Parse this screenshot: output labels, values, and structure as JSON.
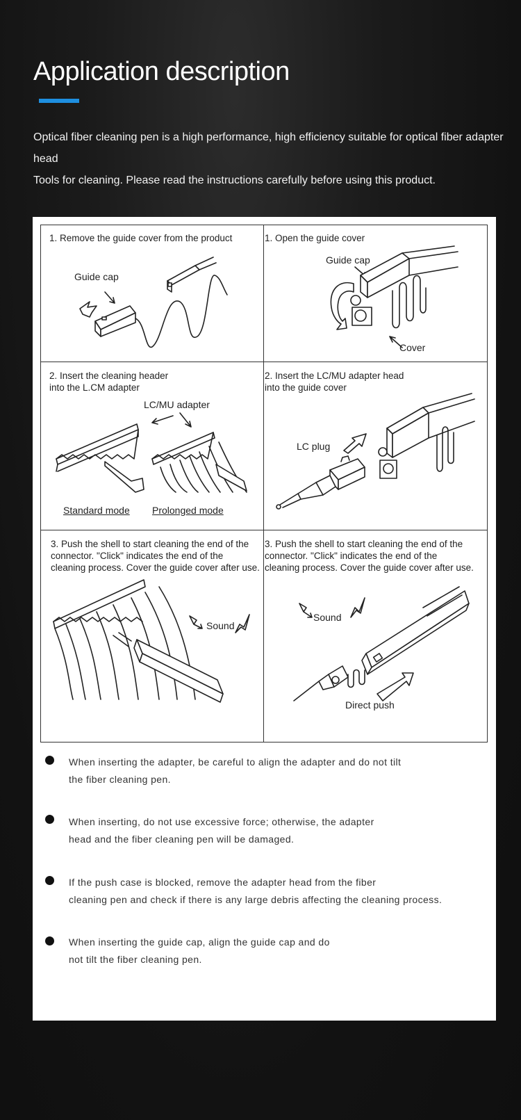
{
  "header": {
    "title": "Application description",
    "intro_line1": "Optical fiber cleaning pen is a high performance, high efficiency suitable for optical fiber adapter head",
    "intro_line2": "Tools for cleaning. Please read the instructions carefully before using this product."
  },
  "steps": {
    "c1": {
      "text": "1. Remove the guide cover from the product",
      "label": "Guide cap"
    },
    "c2": {
      "text": "1. Open the guide cover",
      "label1": "Guide cap",
      "label2": "Cover"
    },
    "c3": {
      "text1": "2. Insert the cleaning header",
      "text2": "into the L.CM adapter",
      "label1": "LC/MU adapter",
      "mode1": "Standard mode",
      "mode2": "Prolonged mode"
    },
    "c4": {
      "text1": "2. Insert the LC/MU adapter head",
      "text2": "into the guide cover",
      "label": "LC plug"
    },
    "c5": {
      "text1": "3. Push the shell to start cleaning the end of the",
      "text2": "connector. \"Click\" indicates the end of the",
      "text3": "cleaning process. Cover the guide cover after use.",
      "label": "Sound"
    },
    "c6": {
      "text1": "3. Push the shell to start cleaning the end of the",
      "text2": "connector. \"Click\" indicates the end of the",
      "text3": "cleaning process. Cover the guide cover after use.",
      "label1": "Sound",
      "label2": "Direct push"
    }
  },
  "notes": [
    {
      "line1": "When inserting the adapter, be careful to align the adapter and do not tilt",
      "line2": "the fiber cleaning pen."
    },
    {
      "line1": "When inserting, do not use excessive force; otherwise, the adapter",
      "line2": "head and the fiber cleaning pen will be damaged."
    },
    {
      "line1": "If the push case is blocked, remove the adapter head from the fiber",
      "line2": "cleaning pen and check if there is any large debris affecting the cleaning process."
    },
    {
      "line1": "When inserting the guide cap, align the guide cap and do",
      "line2": "not tilt the fiber cleaning pen."
    }
  ],
  "colors": {
    "accent": "#1e8fe0",
    "background": "#151515",
    "panel": "#ffffff"
  }
}
